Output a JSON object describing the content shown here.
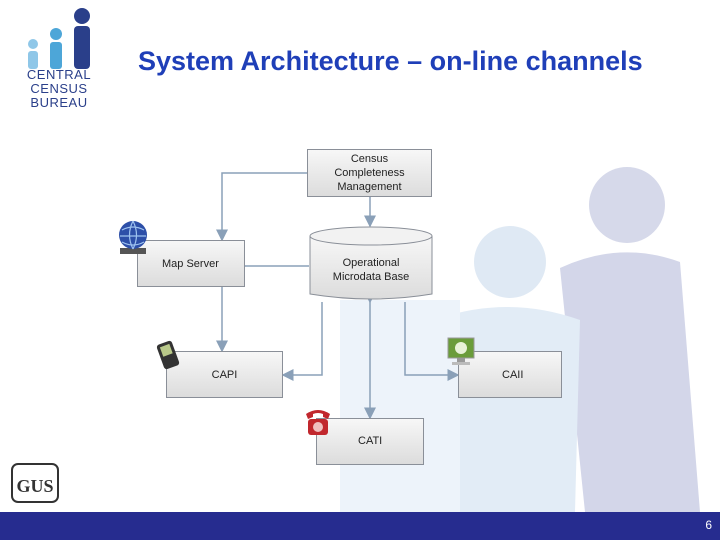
{
  "title": "System Architecture – on-line channels",
  "logo": {
    "line1": "CENTRAL",
    "line2": "CENSUS BUREAU"
  },
  "gus_logo_text": "GUS",
  "nodes": {
    "census": {
      "line1": "Census",
      "line2": "Completeness",
      "line3": "Management"
    },
    "map_server": "Map Server",
    "operational": {
      "line1": "Operational",
      "line2": "Microdata Base"
    },
    "capi": "CAPI",
    "cawi": "CAII",
    "cati": "CATI"
  },
  "icons": {
    "map_server": "globe-server-icon",
    "capi": "handheld-device-icon",
    "cawi": "monitor-icon",
    "cati": "telephone-icon"
  },
  "colors": {
    "title": "#1f3fb8",
    "footer": "#262c8f",
    "background_figures": "#dce3f2"
  },
  "page_number": "6"
}
